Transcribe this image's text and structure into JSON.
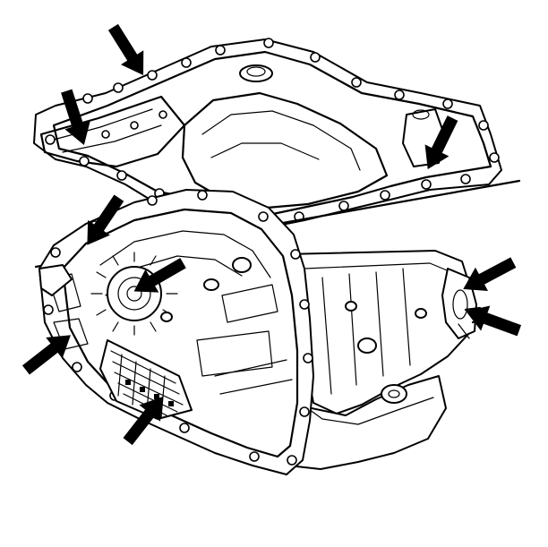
{
  "diagram": {
    "type": "line-illustration",
    "subject": "transmission-case",
    "colors": {
      "line": "#000000",
      "background": "#ffffff",
      "callout": "#000000"
    },
    "callout_count": 9
  }
}
